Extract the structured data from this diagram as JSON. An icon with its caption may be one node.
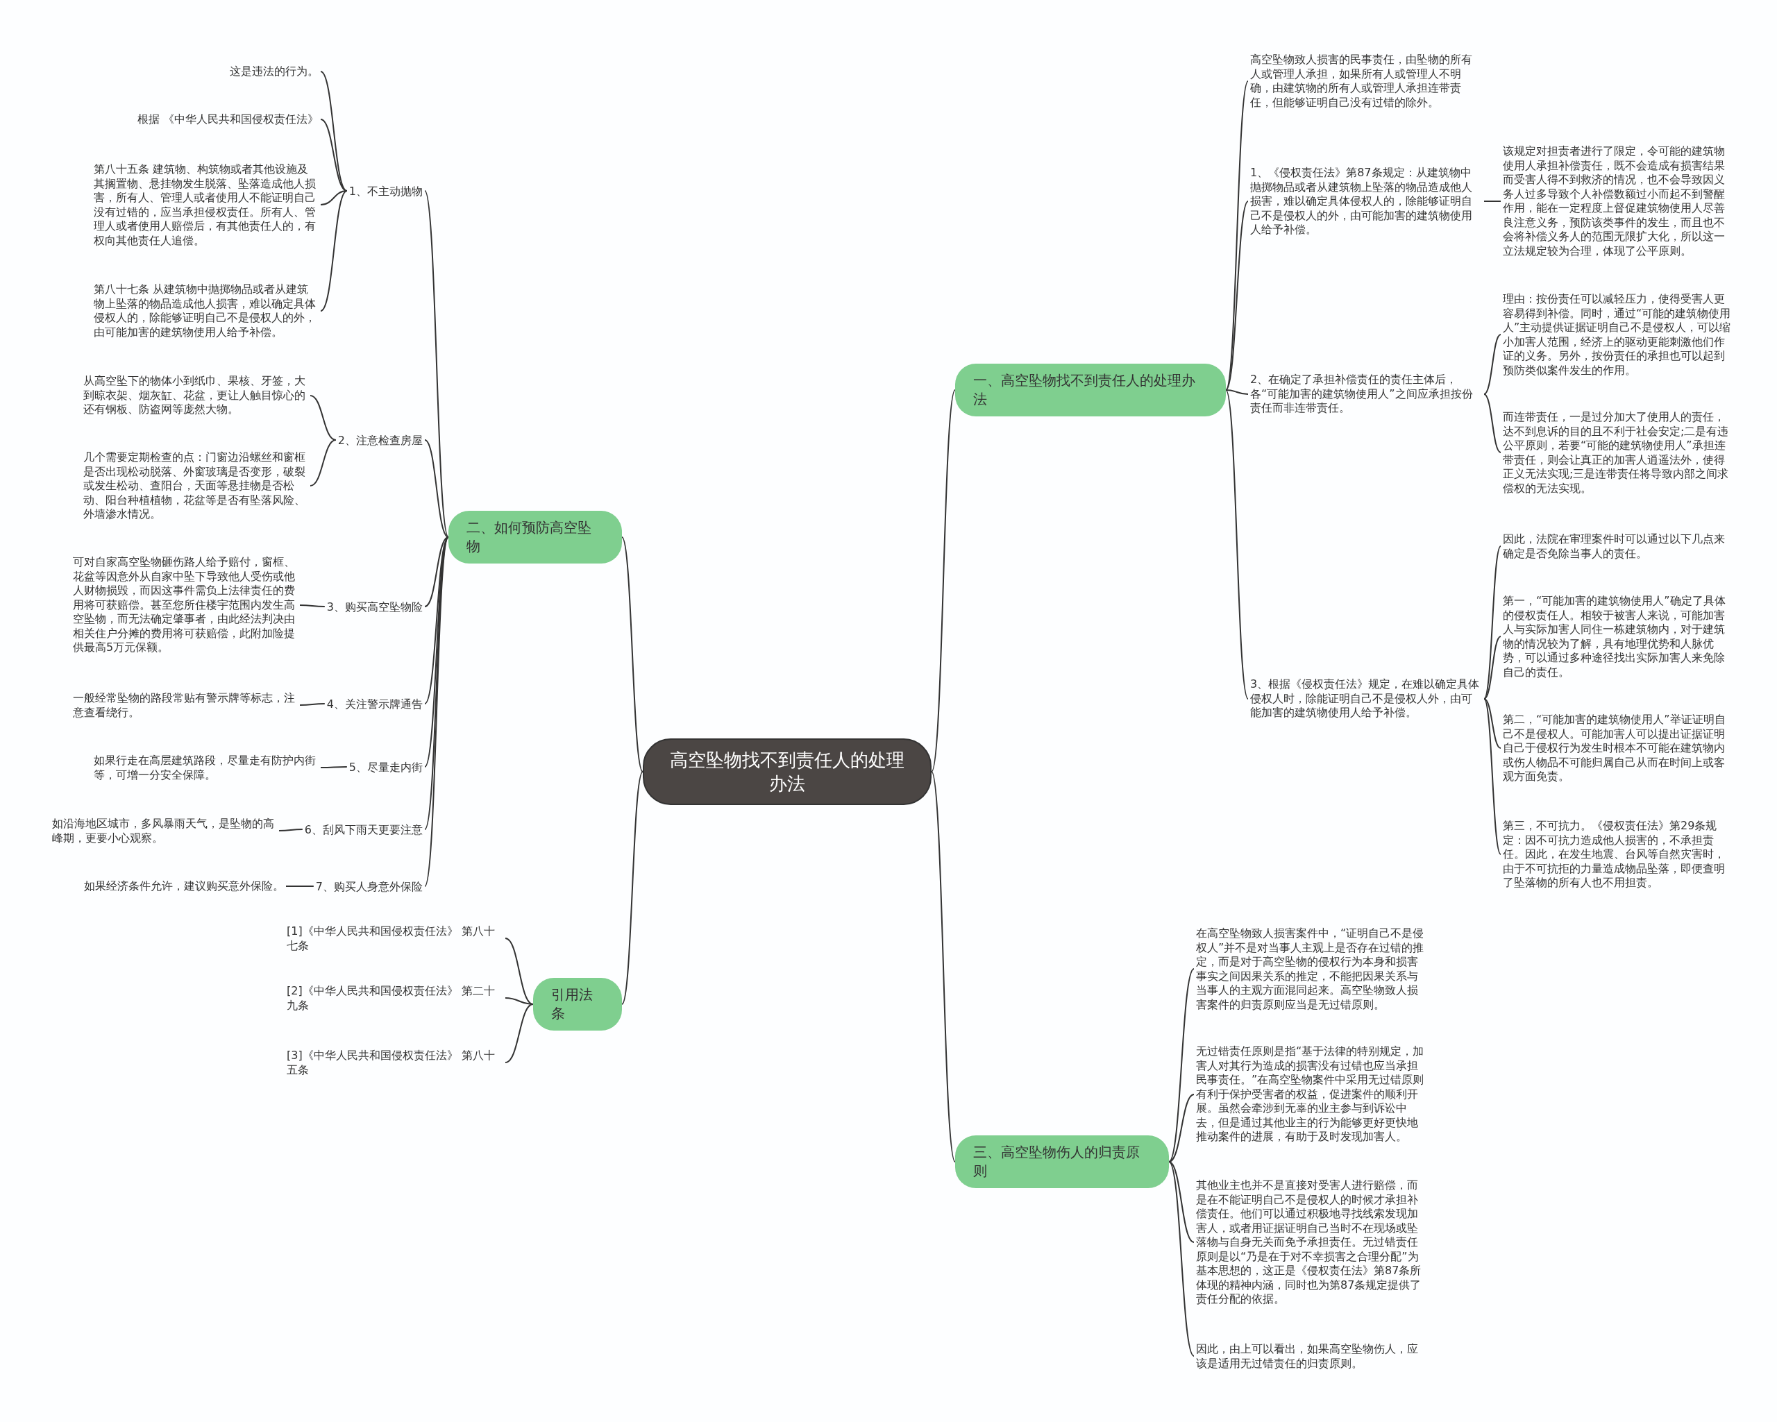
{
  "diagram": {
    "nodes": [
      {
        "text": [
          "高空坠物找不到责任人的处理办法"
        ]
      },
      {
        "text": [
          "一、高空坠物找不到责任人的处理办法"
        ]
      },
      {
        "text": [
          "高空坠物致人损害的民事责任，由坠物的所有人或管理人承担，如果所有人或管理人不明确，由建筑物的所有人或管理人承担连带责任，但能够证明自己没有过错的除外。"
        ]
      },
      {
        "text": [
          "1、《侵权责任法》第87条规定：从建筑物中抛掷物品或者从建筑物上坠落的物品造成他人损害，难以确定具体侵权人的，除能够证明自己不是侵权人的外，由可能加害的建筑物使用人给予补偿。"
        ]
      },
      {
        "text": [
          "该规定对担责者进行了限定，令可能的建筑物使用人承担补偿责任，既不会造成有损害结果而受害人得不到救济的情况，也不会导致因义务人过多导致个人补偿数额过小而起不到警醒作用，能在一定程度上督促建筑物使用人尽善良注意义务，预防该类事件的发生，而且也不会将补偿义务人的范围无限扩大化，所以这一立法规定较为合理，体现了公平原则。"
        ]
      },
      {
        "text": [
          "2、在确定了承担补偿责任的责任主体后，各“可能加害的建筑物使用人”之间应承担按份责任而非连带责任。"
        ]
      },
      {
        "text": [
          "理由：按份责任可以减轻压力，使得受害人更容易得到补偿。同时，通过“可能的建筑物使用人”主动提供证据证明自己不是侵权人，可以缩小加害人范围，经济上的驱动更能刺激他们作证的义务。另外，按份责任的承担也可以起到预防类似案件发生的作用。"
        ]
      },
      {
        "text": [
          "而连带责任，一是过分加大了使用人的责任，达不到息诉的目的且不利于社会安定;二是有违公平原则，若要“可能的建筑物使用人”承担连带责任，则会让真正的加害人逍遥法外，使得正义无法实现;三是连带责任将导致内部之间求偿权的无法实现。"
        ]
      },
      {
        "text": [
          "3、根据《侵权责任法》规定，在难以确定具体侵权人时，除能证明自己不是侵权人外，由可能加害的建筑物使用人给予补偿。"
        ]
      },
      {
        "text": [
          "因此，法院在审理案件时可以通过以下几点来确定是否免除当事人的责任。"
        ]
      },
      {
        "text": [
          "第一，“可能加害的建筑物使用人”确定了具体的侵权责任人。相较于被害人来说，可能加害人与实际加害人同住一栋建筑物内，对于建筑物的情况较为了解，具有地理优势和人脉优势，可以通过多种途径找出实际加害人来免除自己的责任。"
        ]
      },
      {
        "text": [
          "第二，“可能加害的建筑物使用人”举证证明自己不是侵权人。可能加害人可以提出证据证明自己于侵权行为发生时根本不可能在建筑物内或伤人物品不可能归属自己从而在时间上或客观方面免责。"
        ]
      },
      {
        "text": [
          "第三，不可抗力。《侵权责任法》第29条规定：因不可抗力造成他人损害的，不承担责任。因此，在发生地震、台风等自然灾害时，由于不可抗拒的力量造成物品坠落，即便查明了坠落物的所有人也不用担责。"
        ]
      },
      {
        "text": [
          "二、如何预防高空坠物"
        ]
      },
      {
        "text": [
          "1、不主动抛物"
        ]
      },
      {
        "text": [
          "这是违法的行为。"
        ]
      },
      {
        "text": [
          "根据 《中华人民共和国侵权责任法》"
        ]
      },
      {
        "text": [
          "第八十五条 建筑物、构筑物或者其他设施及其搁置物、悬挂物发生脱落、坠落造成他人损害，所有人、管理人或者使用人不能证明自己没有过错的，应当承担侵权责任。所有人、管理人或者使用人赔偿后，有其他责任人的，有权向其他责任人追偿。"
        ]
      },
      {
        "text": [
          "第八十七条 从建筑物中抛掷物品或者从建筑物上坠落的物品造成他人损害，难以确定具体侵权人的，除能够证明自己不是侵权人的外，由可能加害的建筑物使用人给予补偿。"
        ]
      },
      {
        "text": [
          "2、注意检查房屋"
        ]
      },
      {
        "text": [
          "从高空坠下的物体小到纸巾、果核、牙签，大到晾衣架、烟灰缸、花盆，更让人触目惊心的还有钢板、防盗网等庞然大物。"
        ]
      },
      {
        "text": [
          "几个需要定期检查的点：门窗边沿螺丝和窗框是否出现松动脱落、外窗玻璃是否变形，破裂或发生松动、查阳台，天面等悬挂物是否松动、阳台种植植物，花盆等是否有坠落风险、外墙渗水情况。"
        ]
      },
      {
        "text": [
          "3、购买高空坠物险"
        ]
      },
      {
        "text": [
          "可对自家高空坠物砸伤路人给予赔付，窗框、花盆等因意外从自家中坠下导致他人受伤或他人财物损毁，而因这事件需负上法律责任的费用将可获赔偿。甚至您所住楼宇范围内发生高空坠物，而无法确定肇事者，由此经法判决由相关住户分摊的费用将可获赔偿，此附加险提供最高5万元保额。"
        ]
      },
      {
        "text": [
          "4、关注警示牌通告"
        ]
      },
      {
        "text": [
          "一般经常坠物的路段常贴有警示牌等标志，注意查看绕行。"
        ]
      },
      {
        "text": [
          "5、尽量走内街"
        ]
      },
      {
        "text": [
          "如果行走在高层建筑路段，尽量走有防护内街等，可增一分安全保障。"
        ]
      },
      {
        "text": [
          "6、刮风下雨天更要注意"
        ]
      },
      {
        "text": [
          "如沿海地区城市，多风暴雨天气，是坠物的高峰期，更要小心观察。"
        ]
      },
      {
        "text": [
          "7、购买人身意外保险"
        ]
      },
      {
        "text": [
          "如果经济条件允许，建议购买意外保险。"
        ]
      },
      {
        "text": [
          "引用法条"
        ]
      },
      {
        "text": [
          "[1]《中华人民共和国侵权责任法》 第八十七条"
        ]
      },
      {
        "text": [
          "[2]《中华人民共和国侵权责任法》 第二十九条"
        ]
      },
      {
        "text": [
          "[3]《中华人民共和国侵权责任法》 第八十五条"
        ]
      },
      {
        "text": [
          "三、高空坠物伤人的归责原则"
        ]
      },
      {
        "text": [
          "在高空坠物致人损害案件中，“证明自己不是侵权人”并不是对当事人主观上是否存在过错的推定，而是对于高空坠物的侵权行为本身和损害事实之间因果关系的推定，不能把因果关系与当事人的主观方面混同起来。高空坠物致人损害案件的归责原则应当是无过错原则。"
        ]
      },
      {
        "text": [
          "无过错责任原则是指“基于法律的特别规定，加害人对其行为造成的损害没有过错也应当承担民事责任。”在高空坠物案件中采用无过错原则有利于保护受害者的权益，促进案件的顺利开展。虽然会牵涉到无辜的业主参与到诉讼中去，但是通过其他业主的行为能够更好更快地推动案件的进展，有助于及时发现加害人。"
        ]
      },
      {
        "text": [
          "其他业主也并不是直接对受害人进行赔偿，而是在不能证明自己不是侵权人的时候才承担补偿责任。他们可以通过积极地寻找线索发现加害人，或者用证据证明自己当时不在现场或坠落物与自身无关而免予承担责任。无过错责任原则是以“乃是在于对不幸损害之合理分配”为基本思想的，这正是《侵权责任法》第87条所体现的精神内涵，同时也为第87条规定提供了责任分配的依据。"
        ]
      },
      {
        "text": [
          "因此，由上可以看出，如果高空坠物伤人，应该是适用无过错责任的归责原则。"
        ]
      }
    ],
    "edges": [
      {
        "from": 0,
        "to": 1,
        "arrow": "none"
      },
      {
        "from": 0,
        "to": 13,
        "arrow": "none"
      },
      {
        "from": 0,
        "to": 32,
        "arrow": "none"
      },
      {
        "from": 0,
        "to": 36,
        "arrow": "none"
      },
      {
        "from": 1,
        "to": 2,
        "arrow": "none"
      },
      {
        "from": 1,
        "to": 3,
        "arrow": "none"
      },
      {
        "from": 1,
        "to": 5,
        "arrow": "none"
      },
      {
        "from": 1,
        "to": 8,
        "arrow": "none"
      },
      {
        "from": 3,
        "to": 4,
        "arrow": "none"
      },
      {
        "from": 5,
        "to": 6,
        "arrow": "none"
      },
      {
        "from": 5,
        "to": 7,
        "arrow": "none"
      },
      {
        "from": 8,
        "to": 9,
        "arrow": "none"
      },
      {
        "from": 8,
        "to": 10,
        "arrow": "none"
      },
      {
        "from": 8,
        "to": 11,
        "arrow": "none"
      },
      {
        "from": 8,
        "to": 12,
        "arrow": "none"
      },
      {
        "from": 13,
        "to": 14,
        "arrow": "none"
      },
      {
        "from": 13,
        "to": 19,
        "arrow": "none"
      },
      {
        "from": 13,
        "to": 22,
        "arrow": "none"
      },
      {
        "from": 13,
        "to": 24,
        "arrow": "none"
      },
      {
        "from": 13,
        "to": 26,
        "arrow": "none"
      },
      {
        "from": 13,
        "to": 28,
        "arrow": "none"
      },
      {
        "from": 13,
        "to": 30,
        "arrow": "none"
      },
      {
        "from": 14,
        "to": 15,
        "arrow": "none"
      },
      {
        "from": 14,
        "to": 16,
        "arrow": "none"
      },
      {
        "from": 14,
        "to": 17,
        "arrow": "none"
      },
      {
        "from": 14,
        "to": 18,
        "arrow": "none"
      },
      {
        "from": 19,
        "to": 20,
        "arrow": "none"
      },
      {
        "from": 19,
        "to": 21,
        "arrow": "none"
      },
      {
        "from": 22,
        "to": 23,
        "arrow": "none"
      },
      {
        "from": 24,
        "to": 25,
        "arrow": "none"
      },
      {
        "from": 26,
        "to": 27,
        "arrow": "none"
      },
      {
        "from": 28,
        "to": 29,
        "arrow": "none"
      },
      {
        "from": 30,
        "to": 31,
        "arrow": "none"
      },
      {
        "from": 32,
        "to": 33,
        "arrow": "none"
      },
      {
        "from": 32,
        "to": 34,
        "arrow": "none"
      },
      {
        "from": 32,
        "to": 35,
        "arrow": "none"
      },
      {
        "from": 36,
        "to": 37,
        "arrow": "none"
      },
      {
        "from": 36,
        "to": 38,
        "arrow": "none"
      },
      {
        "from": 36,
        "to": 39,
        "arrow": "none"
      },
      {
        "from": 36,
        "to": 40,
        "arrow": "none"
      }
    ]
  }
}
